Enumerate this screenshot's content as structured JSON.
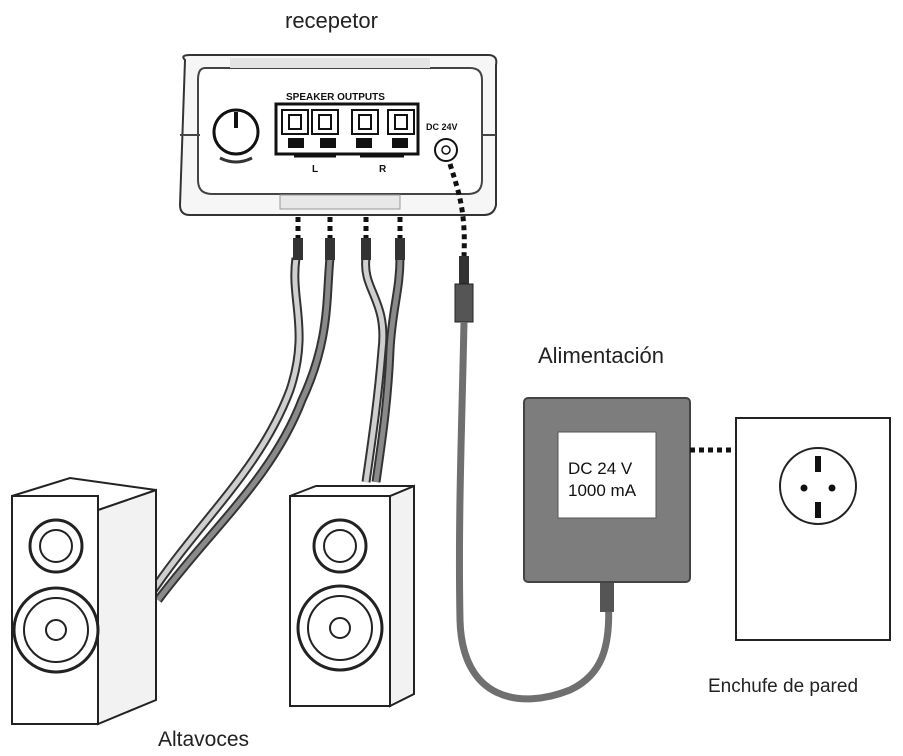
{
  "labels": {
    "receiver": "recepetor",
    "power_supply": "Alimentación",
    "wall_outlet": "Enchufe de pared",
    "speakers": "Altavoces"
  },
  "receiver_panel": {
    "speaker_outputs": "SPEAKER OUTPUTS",
    "dc_input": "DC 24V",
    "left": "L",
    "right": "R"
  },
  "adapter": {
    "line1": "DC 24 V",
    "line2": "1000 mA"
  },
  "colors": {
    "adapter_body": "#7d7d7d",
    "cable_gray": "#6f6f6f",
    "outline": "#111111"
  }
}
